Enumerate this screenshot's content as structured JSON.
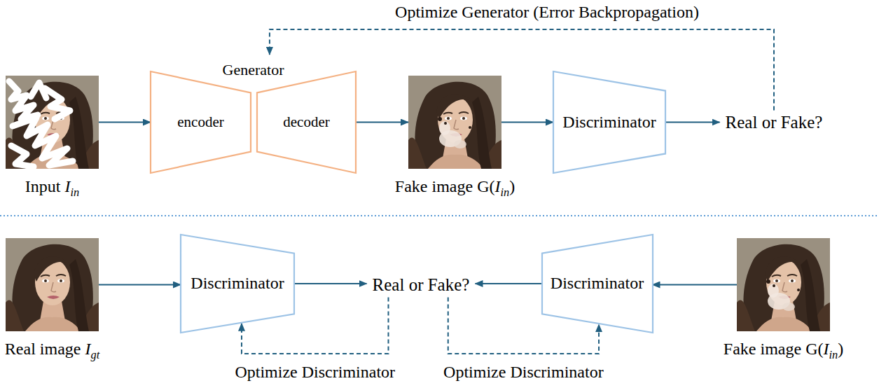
{
  "diagram": {
    "nodes": [
      {
        "text": [
          "Input Iin"
        ]
      },
      {
        "text": [
          "Generator"
        ]
      },
      {
        "text": [
          "encoder"
        ],
        "in": 1
      },
      {
        "text": [
          "decoder"
        ],
        "in": 1
      },
      {
        "text": [
          "Fake image G(Iin)"
        ]
      },
      {
        "text": [
          "Discriminator"
        ]
      },
      {
        "text": [
          "Real or Fake?"
        ]
      },
      {
        "text": [
          "Real image Igt"
        ]
      },
      {
        "text": [
          "Discriminator"
        ]
      },
      {
        "text": [
          "Real or Fake?"
        ]
      },
      {
        "text": [
          "Discriminator"
        ]
      },
      {
        "text": [
          "Fake image G(Iin)"
        ]
      }
    ],
    "edges": [
      {
        "from": 0,
        "to": 2,
        "arrow": "to"
      },
      {
        "from": 3,
        "to": 4,
        "arrow": "to"
      },
      {
        "from": 4,
        "to": 5,
        "arrow": "to"
      },
      {
        "from": 5,
        "to": 6,
        "arrow": "to"
      },
      {
        "from": 6,
        "to": 1,
        "label": "Optimize Generator (Error Backpropagation)",
        "arrow": "to"
      },
      {
        "from": 7,
        "to": 8,
        "arrow": "to"
      },
      {
        "from": 8,
        "to": 9,
        "arrow": "to"
      },
      {
        "from": 11,
        "to": 10,
        "arrow": "to"
      },
      {
        "from": 10,
        "to": 9,
        "arrow": "to"
      },
      {
        "from": 9,
        "to": 8,
        "label": "Optimize Discriminator",
        "arrow": "to"
      },
      {
        "from": 9,
        "to": 10,
        "label": "Optimize Discriminator",
        "arrow": "to"
      }
    ]
  }
}
